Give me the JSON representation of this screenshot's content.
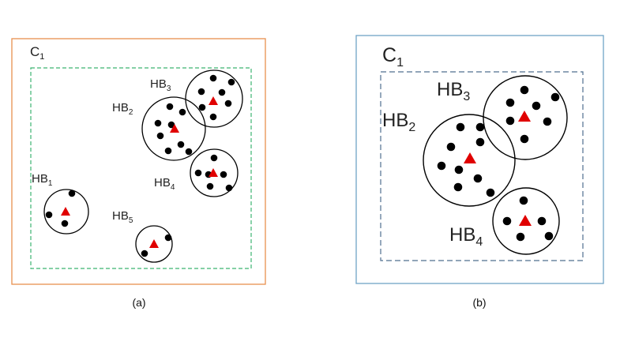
{
  "colors": {
    "panel_a_border": "#e8904f",
    "panel_a_inner": "#3cb371",
    "panel_b_border": "#6fa3c6",
    "panel_b_inner": "#4f6f8f",
    "point": "#000000",
    "center": "#e00000",
    "circle": "#000000"
  },
  "panels": [
    {
      "caption": "(a)",
      "cluster_label": {
        "base": "C",
        "sub": "1"
      },
      "hyperballs": [
        {
          "base": "HB",
          "sub": "1"
        },
        {
          "base": "HB",
          "sub": "2"
        },
        {
          "base": "HB",
          "sub": "3"
        },
        {
          "base": "HB",
          "sub": "4"
        },
        {
          "base": "HB",
          "sub": "5"
        }
      ]
    },
    {
      "caption": "(b)",
      "cluster_label": {
        "base": "C",
        "sub": "1"
      },
      "hyperballs": [
        {
          "base": "HB",
          "sub": "2"
        },
        {
          "base": "HB",
          "sub": "3"
        },
        {
          "base": "HB",
          "sub": "4"
        }
      ]
    }
  ]
}
